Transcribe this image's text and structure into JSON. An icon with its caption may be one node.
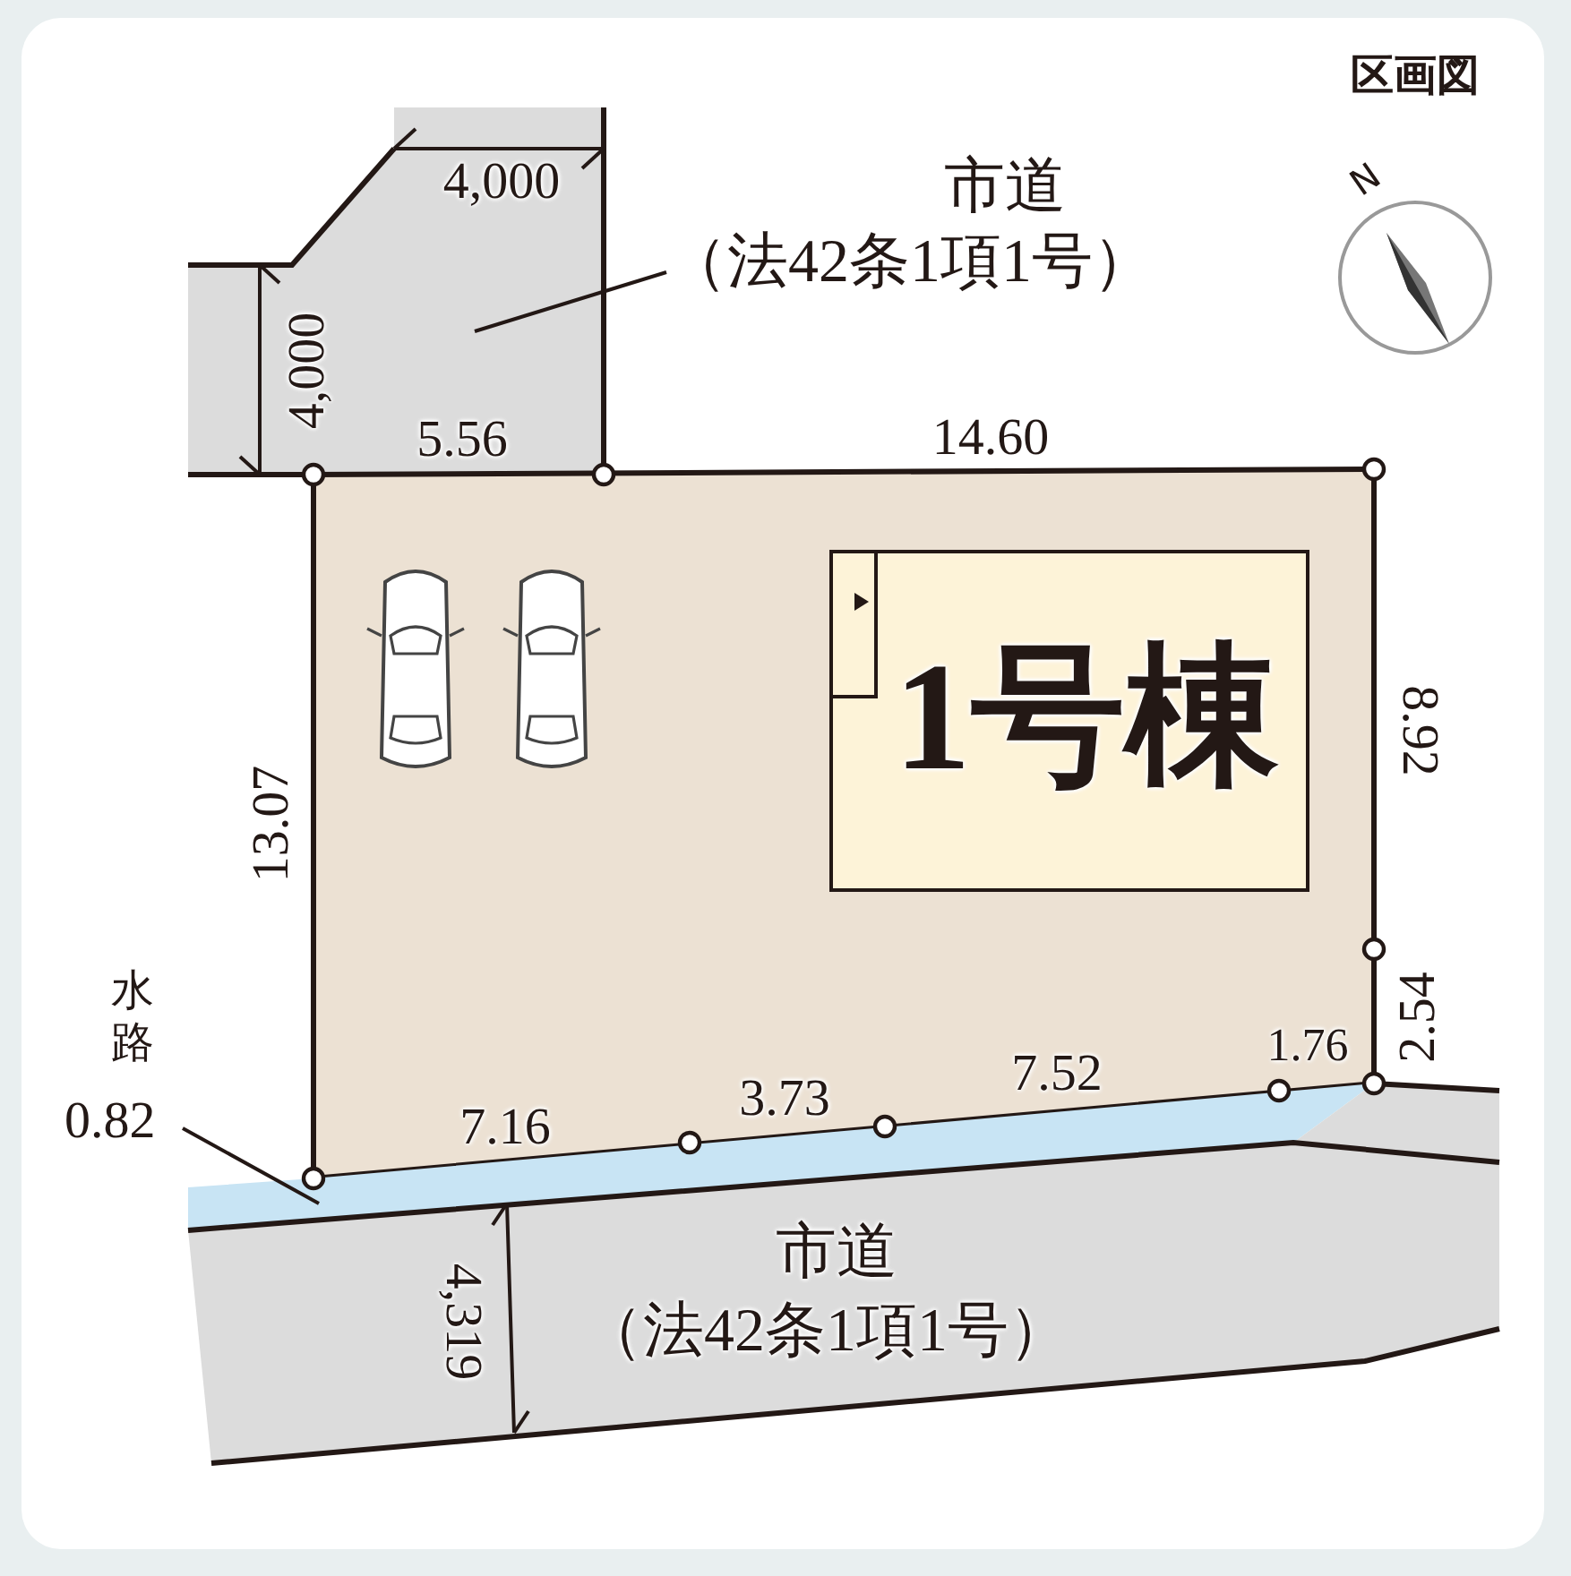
{
  "diagram": {
    "nodes": [
      {
        "text": [
          "市道",
          "（法42条1項1号）"
        ]
      },
      {
        "text": [],
        "shape": "box"
      },
      {
        "text": [],
        "shape": "box"
      },
      {
        "text": [
          "1号棟"
        ],
        "in": 2
      },
      {
        "text": [
          "0.82"
        ]
      },
      {
        "text": [],
        "shape": "box"
      },
      {
        "text": [
          "市道",
          "（法42条1項1号）"
        ]
      }
    ],
    "edges": [
      {
        "from": 0,
        "to": 1,
        "arrow": "none"
      },
      {
        "from": 4,
        "to": 5,
        "arrow": "none"
      }
    ],
    "labels": [
      "区画図",
      "N",
      "4,000",
      "4,000",
      "5.56",
      "14.60",
      "8.92",
      "13.07",
      "水路",
      "2.54",
      "1.76",
      "7.52",
      "3.73",
      "7.16",
      "4,319"
    ]
  }
}
